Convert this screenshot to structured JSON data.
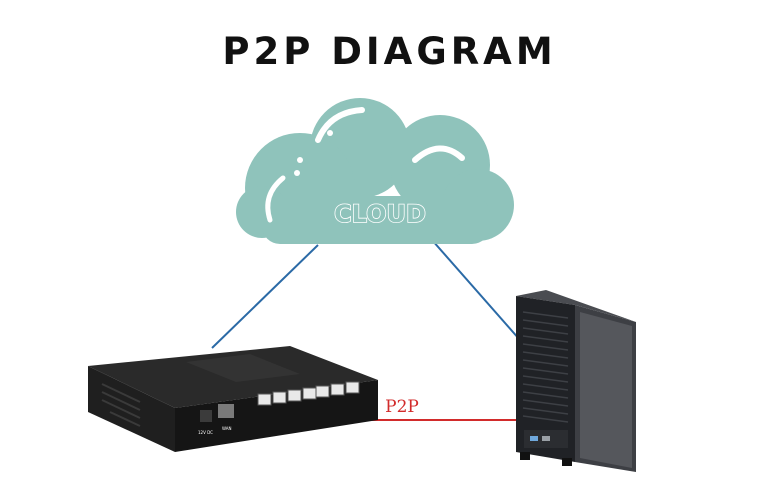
{
  "title": "P2P DIAGRAM",
  "cloud": {
    "label": "CLOUD"
  },
  "links": {
    "p2p_label": "P2P"
  },
  "colors": {
    "cloud_fill": "#8fc3bb",
    "cloud_outline": "#ffffff",
    "link_blue": "#2b6aa6",
    "link_red": "#d22b2b",
    "router_body": "#1b1b1b",
    "server_body": "#2a2c31"
  },
  "devices": {
    "router": {
      "icon": "router-icon"
    },
    "server": {
      "icon": "server-tower-icon"
    }
  }
}
